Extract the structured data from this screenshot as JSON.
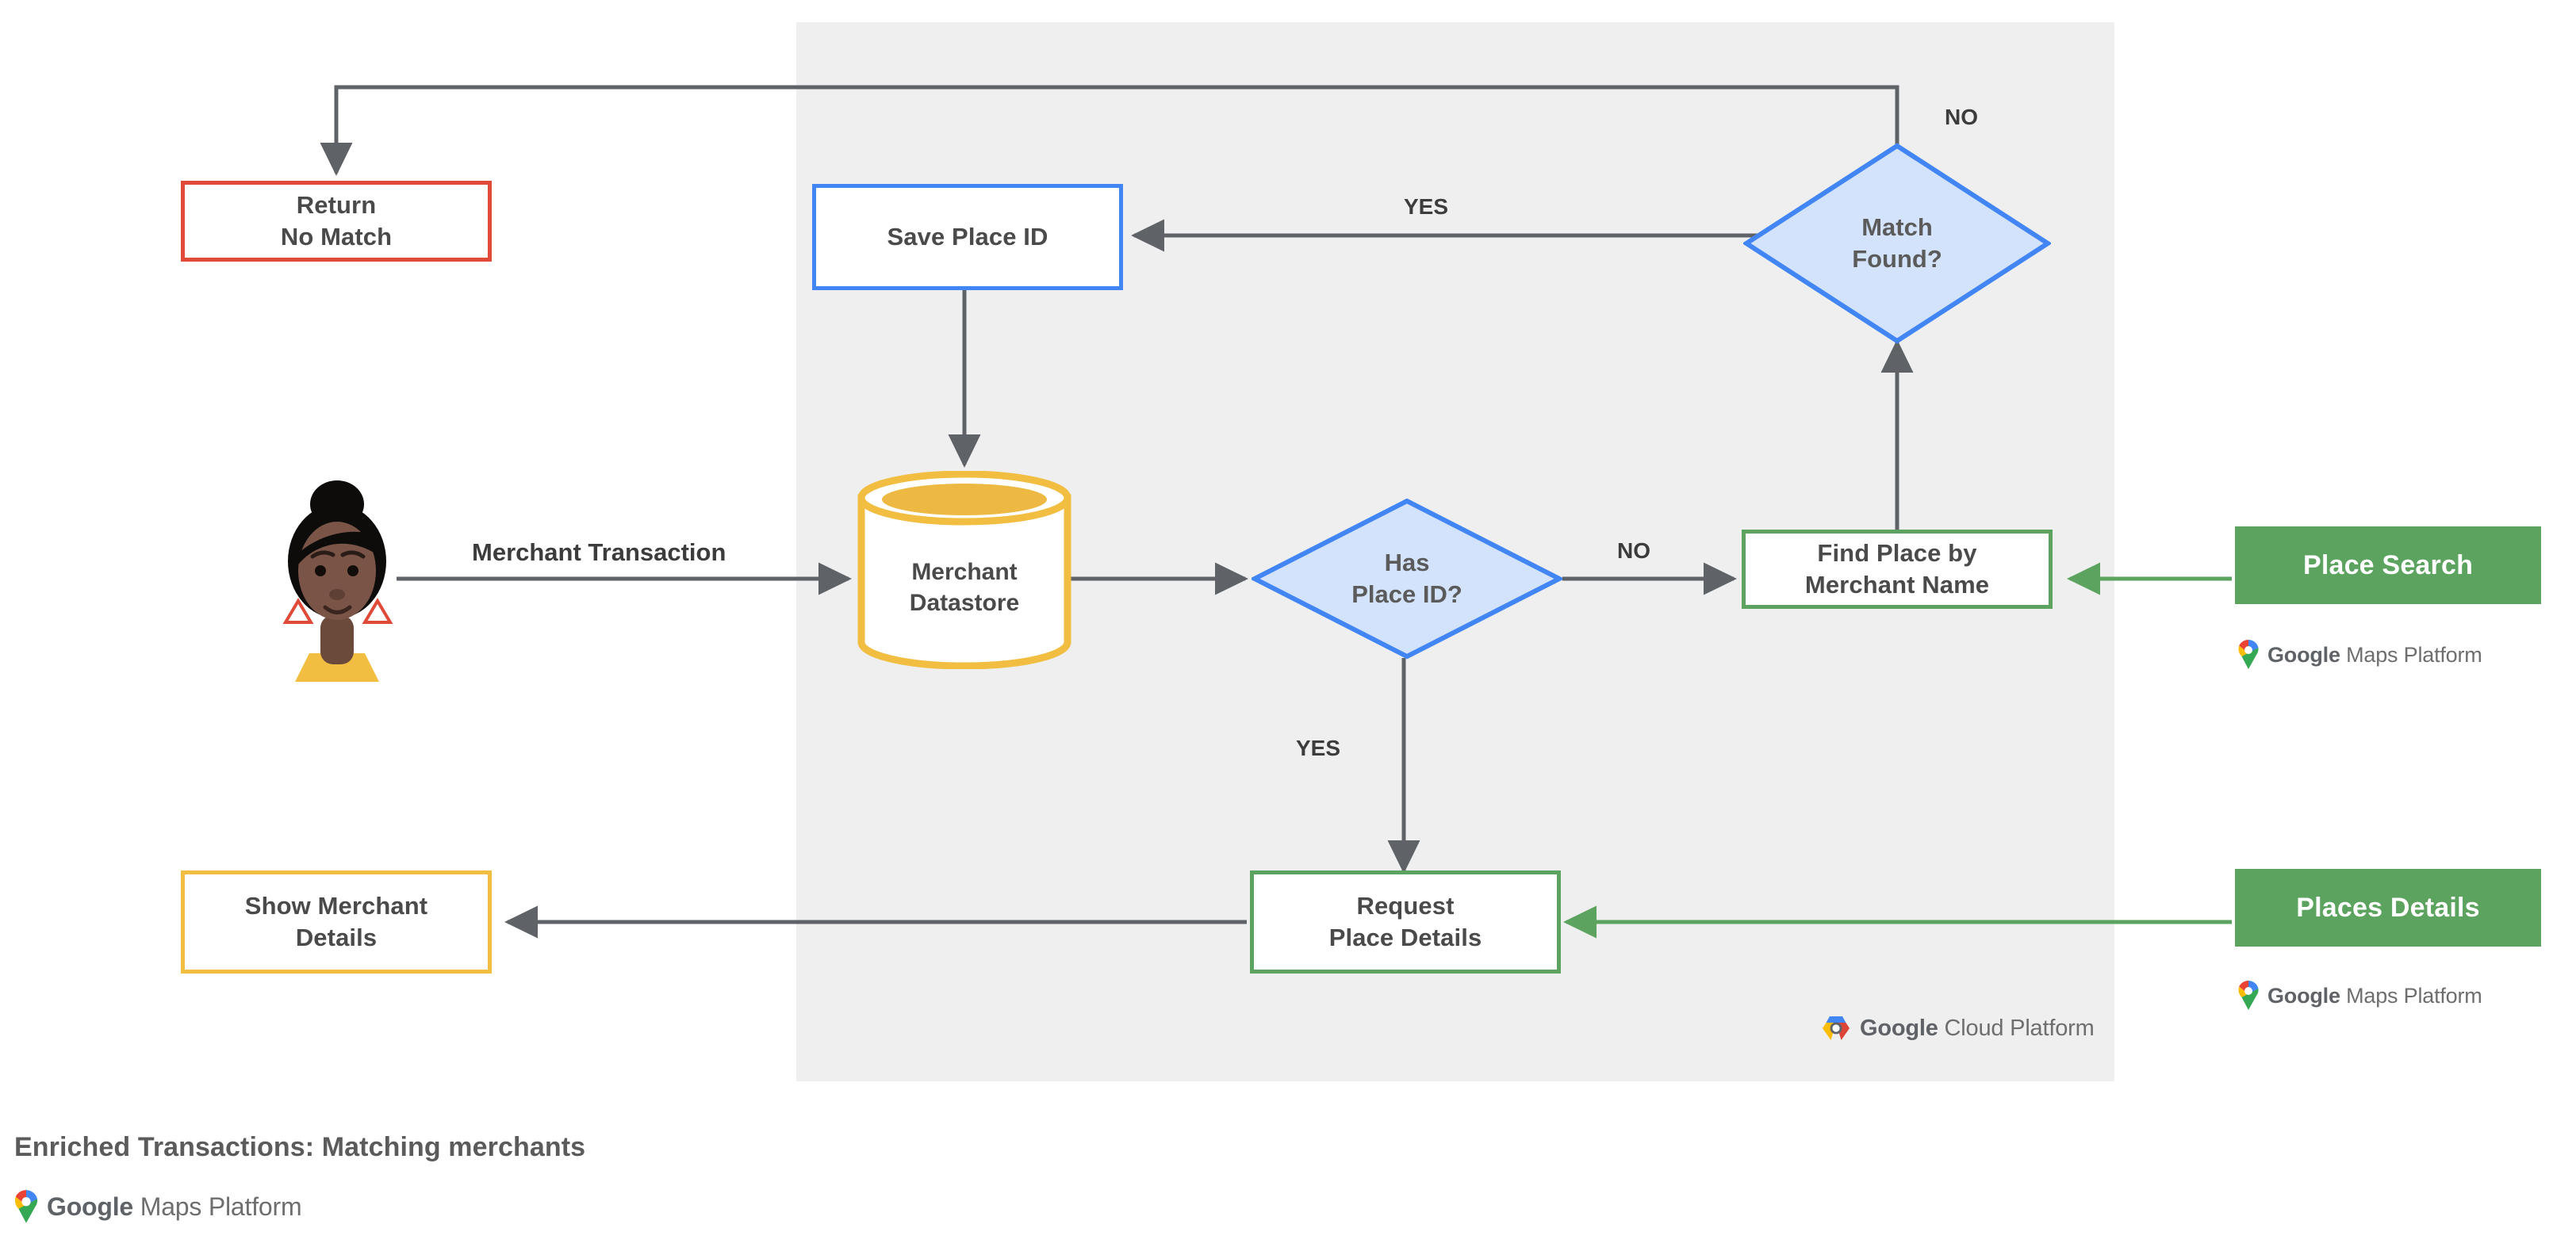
{
  "diagram": {
    "title": "Enriched Transactions: Matching merchants",
    "panel": {
      "name": "Google Cloud Platform",
      "logo_label_strong": "Google",
      "logo_label_rest": "Cloud Platform"
    },
    "colors": {
      "red": "#E04A38",
      "blue": "#4285F4",
      "blue_fill": "#D4E3FC",
      "green": "#5BA35F",
      "yellow": "#F2BE42",
      "panel_bg": "#EFEFEF",
      "edge": "#5F6368",
      "text": "#4A4A4A"
    },
    "nodes": {
      "return_no_match": {
        "line1": "Return",
        "line2": "No Match",
        "shape": "rect",
        "accent": "red"
      },
      "save_place_id": {
        "line1": "Save Place ID",
        "shape": "rect",
        "accent": "blue"
      },
      "match_found": {
        "line1": "Match",
        "line2": "Found?",
        "shape": "diamond",
        "accent": "blue"
      },
      "merchant_datastore": {
        "line1": "Merchant",
        "line2": "Datastore",
        "shape": "cylinder",
        "accent": "yellow"
      },
      "has_place_id": {
        "line1": "Has",
        "line2": "Place ID?",
        "shape": "diamond",
        "accent": "blue"
      },
      "find_place": {
        "line1": "Find Place by",
        "line2": "Merchant Name",
        "shape": "rect",
        "accent": "green"
      },
      "request_place_details": {
        "line1": "Request",
        "line2": "Place Details",
        "shape": "rect",
        "accent": "green"
      },
      "show_merchant_details": {
        "line1": "Show Merchant",
        "line2": "Details",
        "shape": "rect",
        "accent": "yellow"
      },
      "place_search": {
        "label": "Place Search",
        "shape": "cta",
        "accent": "green"
      },
      "places_details": {
        "label": "Places Details",
        "shape": "cta",
        "accent": "green"
      },
      "customer": {
        "label": "customer-avatar",
        "shape": "illustration"
      }
    },
    "edge_labels": {
      "merchant_transaction": "Merchant Transaction",
      "yes_match": "YES",
      "no_match": "NO",
      "yes_has_place_id": "YES",
      "no_has_place_id": "NO"
    },
    "brands": {
      "maps_platform_strong": "Google",
      "maps_platform_rest": "Maps Platform"
    }
  }
}
